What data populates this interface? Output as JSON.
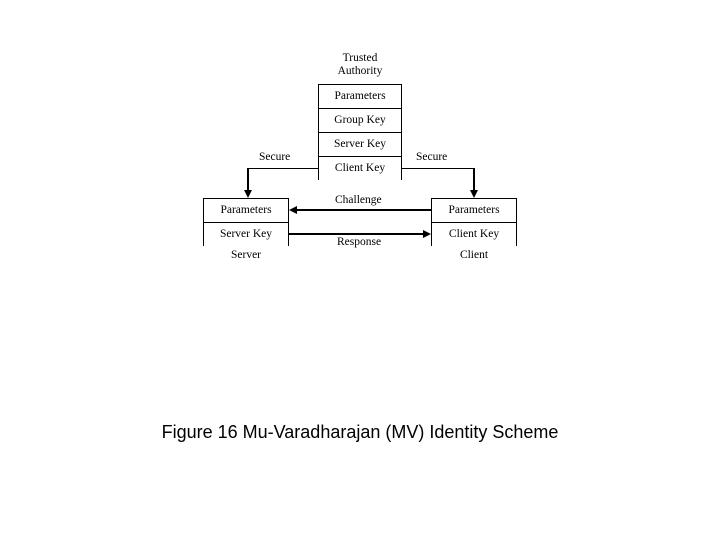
{
  "figure": {
    "caption": "Figure 16 Mu-Varadharajan (MV) Identity Scheme",
    "background_color": "#ffffff",
    "stroke_color": "#000000"
  },
  "diagram": {
    "type": "protocol-entity-diagram",
    "entities": [
      {
        "id": "trusted-authority",
        "title": "Trusted\nAuthority",
        "title_line_1": "Trusted",
        "title_line_2": "Authority",
        "title_position": "above",
        "rows": [
          "Parameters",
          "Group Key",
          "Server Key",
          "Client Key"
        ]
      },
      {
        "id": "server",
        "title": "Server",
        "title_position": "below",
        "rows": [
          "Parameters",
          "Server Key"
        ]
      },
      {
        "id": "client",
        "title": "Client",
        "title_position": "below",
        "rows": [
          "Parameters",
          "Client Key"
        ]
      }
    ],
    "connections": [
      {
        "id": "ta-to-server",
        "label": "Secure",
        "from": "trusted-authority",
        "to": "server",
        "direction": "down",
        "arrowhead": true
      },
      {
        "id": "ta-to-client",
        "label": "Secure",
        "from": "trusted-authority",
        "to": "client",
        "direction": "down",
        "arrowhead": true
      },
      {
        "id": "client-to-server-challenge",
        "label": "Challenge",
        "from": "client",
        "to": "server",
        "direction": "left",
        "arrowhead": true
      },
      {
        "id": "server-to-client-response",
        "label": "Response",
        "from": "server",
        "to": "client",
        "direction": "right",
        "arrowhead": true
      }
    ]
  }
}
